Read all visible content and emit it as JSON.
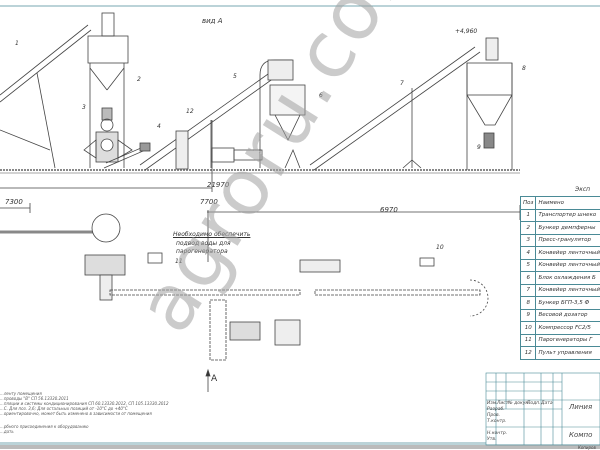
{
  "view_label": "вид А",
  "elevation_mark": "+4,960",
  "dimensions": {
    "overall": "21970",
    "left": "7300",
    "middle": "7700",
    "right": "6970"
  },
  "callouts": [
    "1",
    "2",
    "3",
    "4",
    "5",
    "6",
    "7",
    "8",
    "9",
    "10",
    "11",
    "12"
  ],
  "water_note": [
    "Необходимо обеспечить",
    "подвод воды для",
    "парогенератора"
  ],
  "section_marker": "A",
  "spec_table": {
    "title": "Эксп",
    "headers": [
      "Поз",
      "Наимено"
    ],
    "rows": [
      {
        "pos": "1",
        "name": "Транспортер шнеко"
      },
      {
        "pos": "2",
        "name": "Бункер демпферны"
      },
      {
        "pos": "3",
        "name": "Пресс-гранулятор"
      },
      {
        "pos": "4",
        "name": "Конвейер ленточный скр"
      },
      {
        "pos": "5",
        "name": "Конвейер ленточный скр"
      },
      {
        "pos": "6",
        "name": "Блок охлаждения Б"
      },
      {
        "pos": "7",
        "name": "Конвейер ленточный скр"
      },
      {
        "pos": "8",
        "name": "Бункер БГП-3,5 Ф"
      },
      {
        "pos": "9",
        "name": "Весовой дозатор"
      },
      {
        "pos": "10",
        "name": "Компрессор FC2/5"
      },
      {
        "pos": "11",
        "name": "Парогенераторы Г"
      },
      {
        "pos": "12",
        "name": "Пульт управления"
      }
    ]
  },
  "notes": [
    "...ленту помещения",
    "...проводы \"В\" СП 56.13330.2011",
    "...пляции и системы кондиционирования СП 60.13330.2012, СП 105.13330.2012",
    "...С. Для поз. 3,6; Для остальных позиций от -10°С до +40°С",
    "...ориентировочно, может быть изменено в зависимости от помещения",
    "...рбного присоединения к оборудованию",
    "...дать"
  ],
  "title_block": {
    "headers": [
      "Изм.",
      "Лист",
      "№ докум.",
      "Подп.",
      "Дата"
    ],
    "roles": [
      "Разраб.",
      "Пров.",
      "Т.контр.",
      "Н.контр.",
      "Утв."
    ],
    "name": "Линия",
    "subtitle": "Компо",
    "footer": "Копиров"
  },
  "watermark": "agroru.com"
}
